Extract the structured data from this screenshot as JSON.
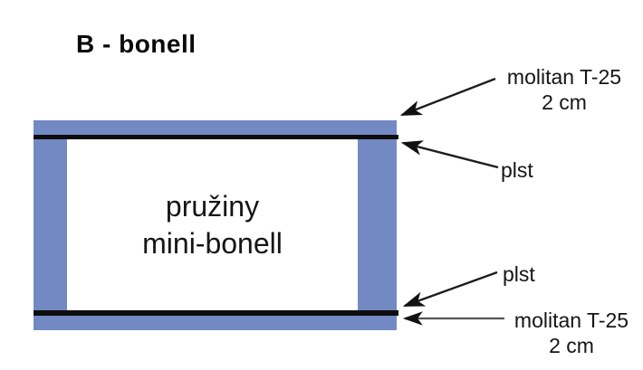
{
  "title": "B - bonell",
  "diagram": {
    "center_label_line1": "pružiny",
    "center_label_line2": "mini-bonell",
    "colors": {
      "foam_blue": "#7389c4",
      "felt_black": "#0d0d0d"
    }
  },
  "labels": {
    "top_foam_line1": "molitan T-25",
    "top_foam_line2": "2 cm",
    "top_felt": "plst",
    "bottom_felt": "plst",
    "bottom_foam_line1": "molitan T-25",
    "bottom_foam_line2": "2 cm"
  }
}
